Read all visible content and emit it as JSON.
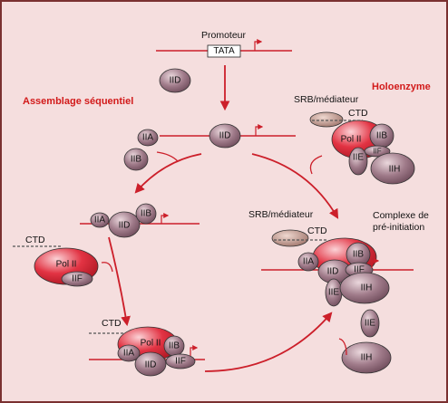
{
  "labels": {
    "promoteur": "Promoteur",
    "tata": "TATA",
    "assemblage": "Assemblage séquentiel",
    "holoenzyme": "Holoenzyme",
    "srb_mediateur_1": "SRB/médiateur",
    "ctd_1": "CTD",
    "srb_mediateur_2": "SRB/médiateur",
    "ctd_2": "CTD",
    "complexe_line1": "Complexe de",
    "complexe_line2": "pré-initiation",
    "ctd_left": "CTD",
    "ctd_bottom": "CTD"
  },
  "proteins": {
    "IID": "IID",
    "IIA": "IIA",
    "IIB": "IIB",
    "IIE": "IIE",
    "IIF": "IIF",
    "IIH": "IIH",
    "PolII": "Pol II"
  },
  "colors": {
    "background": "#f5dede",
    "border": "#7a3030",
    "dna": "#cc1f2a",
    "arrow": "#cc1f2a",
    "protein": "#a07b8a",
    "polii": "#e03040",
    "srb": "#c9a39a"
  }
}
